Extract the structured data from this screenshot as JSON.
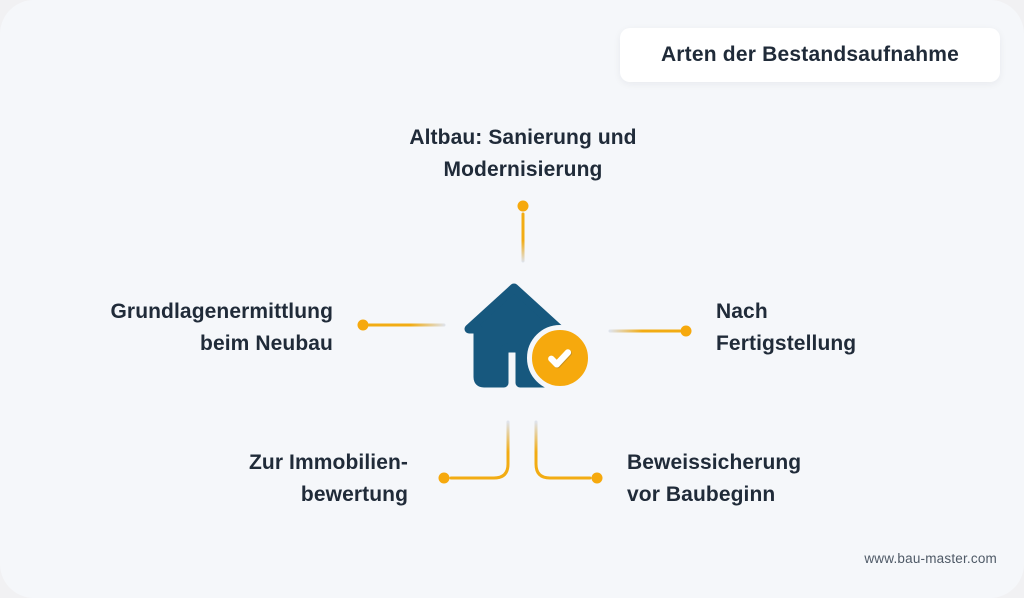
{
  "title": "Arten der Bestandsaufnahme",
  "footer": "www.bau-master.com",
  "center_icon": {
    "name": "house-with-check",
    "description": "house icon with check badge"
  },
  "nodes": [
    {
      "id": "top",
      "lines": [
        "Altbau: Sanierung und",
        "Modernisierung"
      ]
    },
    {
      "id": "left",
      "lines": [
        "Grundlagenermittlung",
        "beim Neubau"
      ]
    },
    {
      "id": "right",
      "lines": [
        "Nach",
        "Fertigstellung"
      ]
    },
    {
      "id": "bottom-left",
      "lines": [
        "Zur Immobilien-",
        "bewertung"
      ]
    },
    {
      "id": "bottom-right",
      "lines": [
        "Beweissicherung",
        "vor Baubeginn"
      ]
    }
  ],
  "colors": {
    "panel-bg": "#F5F7FA",
    "page-bg": "#F1F1F3",
    "text-dark": "#202B39",
    "text-muted": "#4E5966",
    "house-blue": "#17587E",
    "badge-yellow": "#F6A90D",
    "line-yellow": "#F2AC13",
    "line-fade": "#DFE3EA",
    "title-bg": "#FFFFFF"
  }
}
